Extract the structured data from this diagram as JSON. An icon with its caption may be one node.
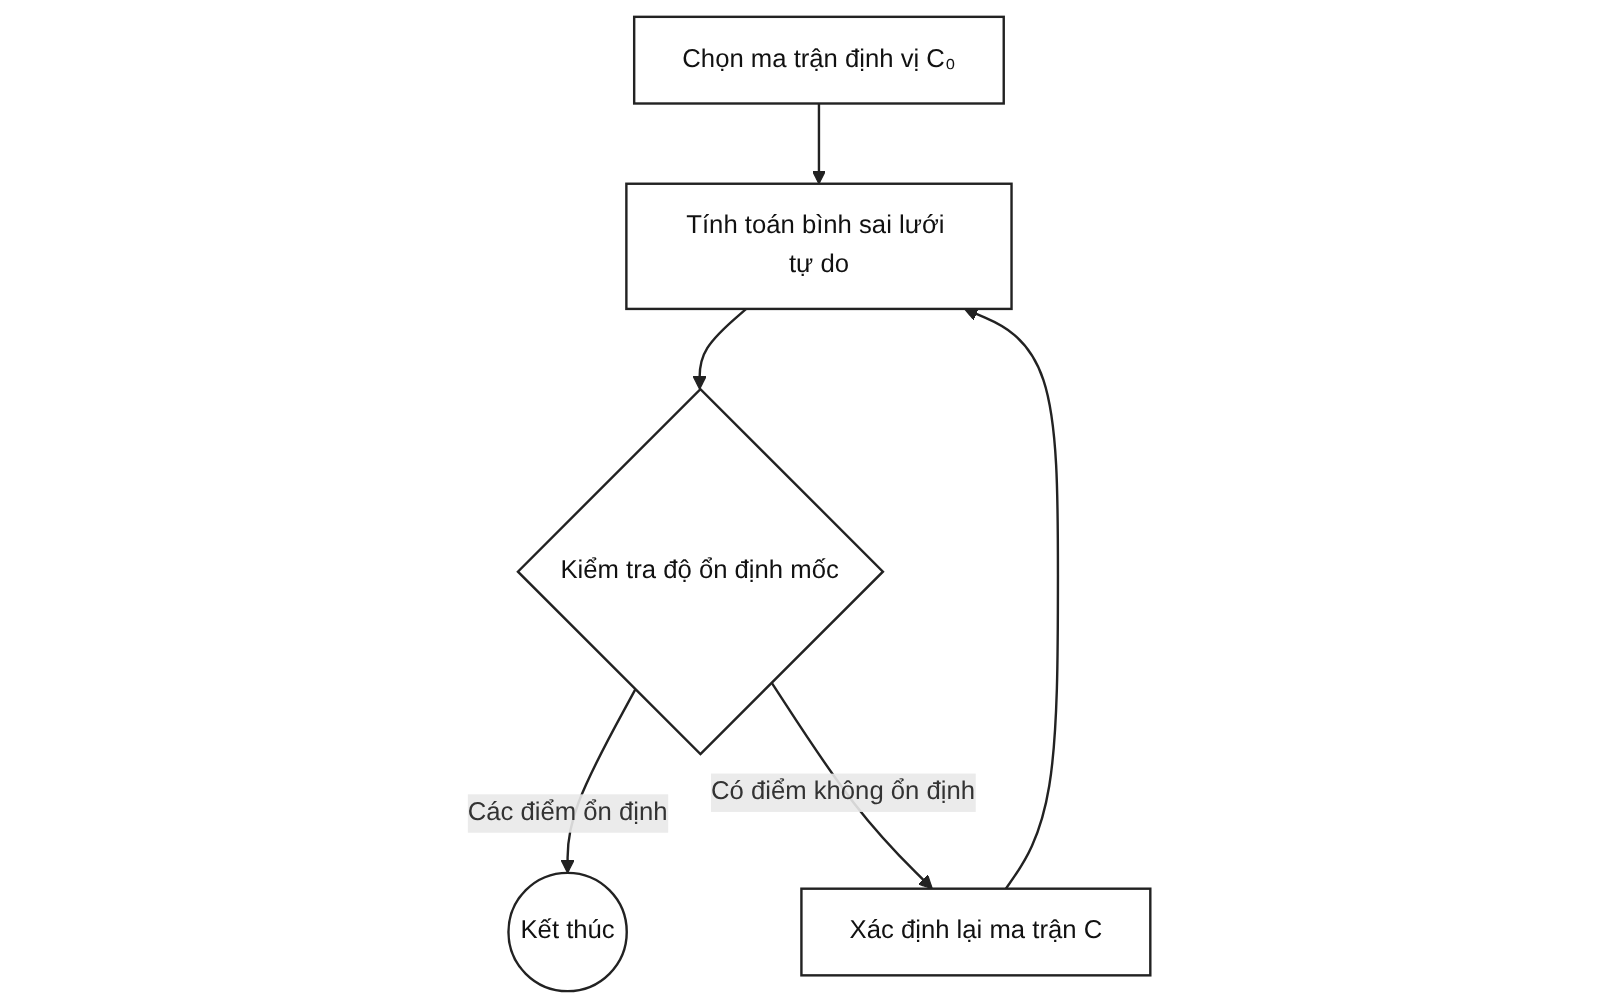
{
  "diagram": {
    "nodes": [
      {
        "text": [
          "Chọn ma trận định vị C₀"
        ]
      },
      {
        "text": [
          "Xác định lại ma trận C"
        ]
      },
      {
        "text": [
          "Tính toán bình sai lưới tự do"
        ]
      },
      {
        "text": [
          "Kiểm tra độ ổn định mốc"
        ]
      },
      {
        "text": [
          "Kết thúc"
        ]
      }
    ],
    "edges": [
      {
        "from": 0,
        "to": 2,
        "arrow": "to"
      },
      {
        "from": 2,
        "to": 3,
        "arrow": "to"
      },
      {
        "from": 3,
        "to": 4,
        "arrow": "to",
        "label": "Các điểm ổn định"
      },
      {
        "from": 3,
        "to": 1,
        "arrow": "to",
        "label": "Có điểm không ổn định"
      },
      {
        "from": 1,
        "to": 2,
        "arrow": "to"
      }
    ]
  }
}
